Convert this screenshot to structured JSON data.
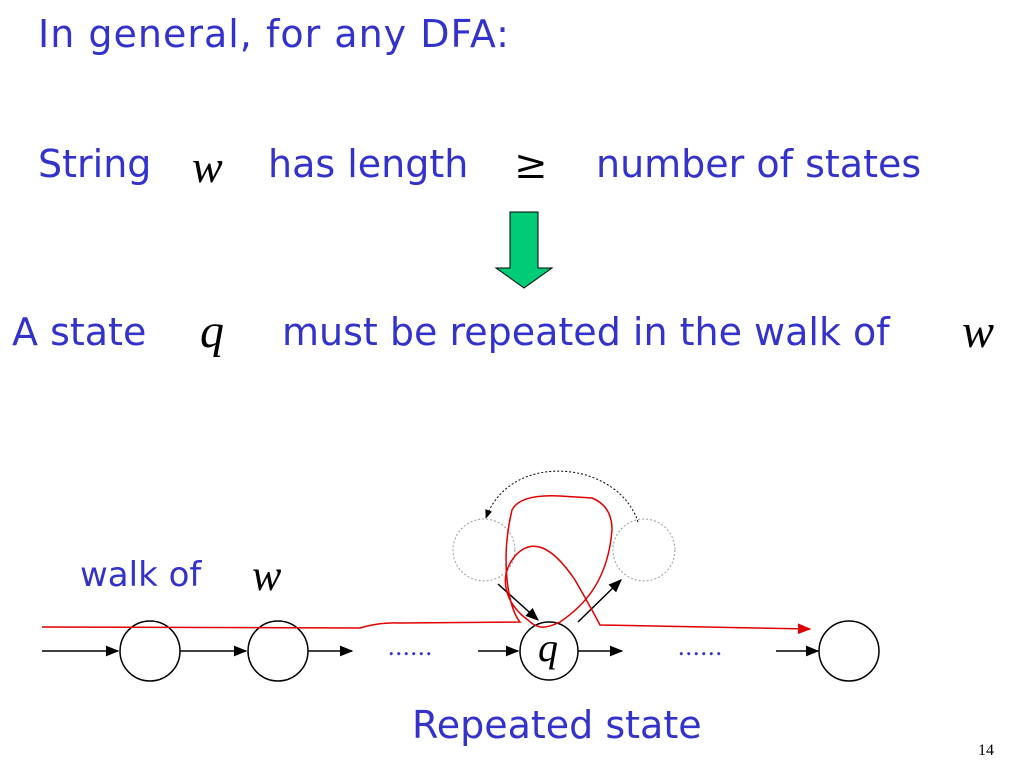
{
  "slide": {
    "heading": "In general, for any DFA:",
    "line1": {
      "prefix": "String",
      "var_w": "w",
      "middle": "has  length",
      "symbol": "≥",
      "suffix": "number of states"
    },
    "line2": {
      "prefix": "A state",
      "var_q": "q",
      "middle": "must be repeated in the walk of",
      "var_w": "w"
    },
    "diagram": {
      "walk_label": "walk of",
      "walk_var": "w",
      "dots_left": "......",
      "dots_right": "......",
      "state_label": "q",
      "repeated_label": "Repeated state"
    },
    "page_number": "14",
    "colors": {
      "text": "#3333cc",
      "walk_path": "#e00000",
      "arrow_fill": "#00cc77"
    }
  }
}
